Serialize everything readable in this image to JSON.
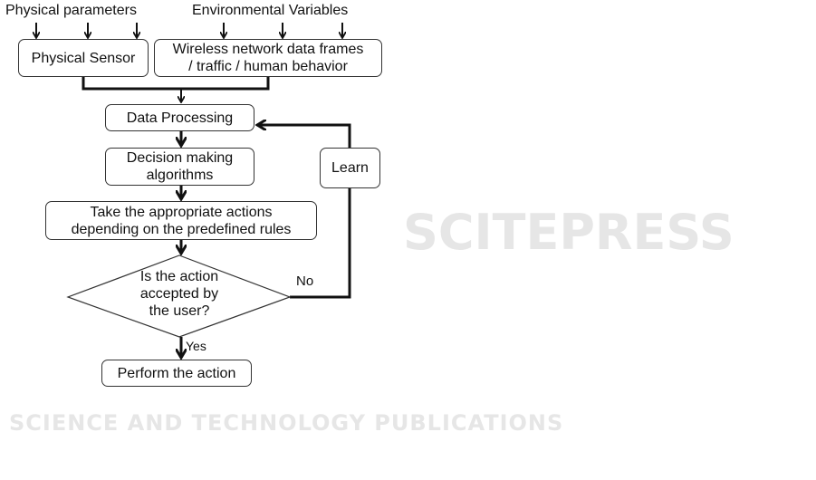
{
  "watermark": {
    "line1": "SCITEPRESS",
    "line2": "SCIENCE AND TECHNOLOGY PUBLICATIONS"
  },
  "inputs": {
    "physical": "Physical parameters",
    "environmental": "Environmental Variables"
  },
  "nodes": {
    "physical_sensor": "Physical Sensor",
    "wireless_line1": "Wireless network data frames",
    "wireless_line2": "/ traffic / human behavior",
    "data_processing": "Data Processing",
    "decision_line1": "Decision making",
    "decision_line2": "algorithms",
    "take_line1": "Take the appropriate actions",
    "take_line2": "depending on the predefined rules",
    "question_line1": "Is the action",
    "question_line2": "accepted by",
    "question_line3": "the user?",
    "perform": "Perform the action",
    "learn": "Learn"
  },
  "edges": {
    "no": "No",
    "yes": "Yes"
  }
}
